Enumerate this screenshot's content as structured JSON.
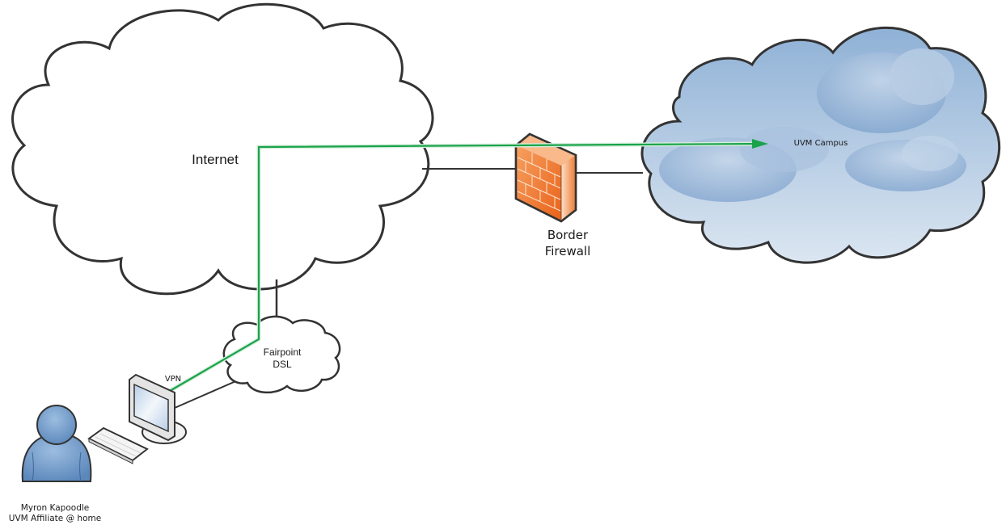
{
  "diagram": {
    "nodes": {
      "internet": {
        "label": "Internet"
      },
      "fairpoint": {
        "label_line1": "Fairpoint",
        "label_line2": "DSL"
      },
      "firewall": {
        "label_line1": "Border",
        "label_line2": "Firewall"
      },
      "campus": {
        "label": "UVM Campus"
      },
      "user": {
        "label_line1": "Myron Kapoodle",
        "label_line2": "UVM Affiliate @ home"
      }
    },
    "links": {
      "vpn": {
        "label": "VPN",
        "color": "#1aa34a"
      }
    },
    "colors": {
      "outline": "#333333",
      "firewall_orange": "#f07a2a",
      "campus_blue": "#a8c0dc",
      "user_blue": "#6f9bcc"
    }
  }
}
